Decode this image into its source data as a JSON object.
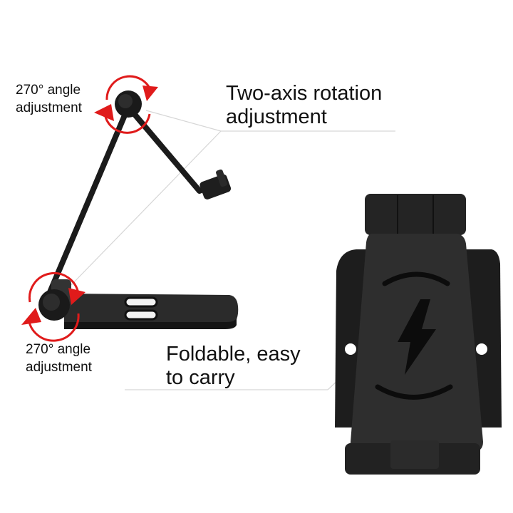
{
  "product": {
    "name": "foldable-phone-stand",
    "body_color": "#1c1c1c",
    "accent_color": "#e01b1b"
  },
  "callouts": {
    "top_hinge": {
      "line1": "270° angle",
      "line2": "adjustment"
    },
    "bottom_hinge": {
      "line1": "270° angle",
      "line2": "adjustment"
    },
    "two_axis": {
      "line1": "Two-axis rotation",
      "line2": "adjustment"
    },
    "foldable": {
      "line1": "Foldable, easy",
      "line2": "to carry"
    }
  },
  "icons": [
    "rotation-arrow-icon",
    "lightning-bolt-icon"
  ]
}
